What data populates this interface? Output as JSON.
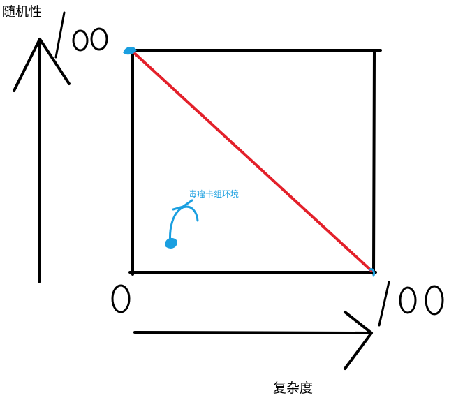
{
  "diagram": {
    "y_axis_label": "随机性",
    "x_axis_label": "复杂度",
    "y_max_tick": "100",
    "x_max_tick": "100",
    "origin_tick": "0",
    "annotation": "毒瘤卡组环境"
  },
  "colors": {
    "ink": "#000000",
    "diagonal": "#e3202a",
    "annotation": "#1a9fe0"
  }
}
